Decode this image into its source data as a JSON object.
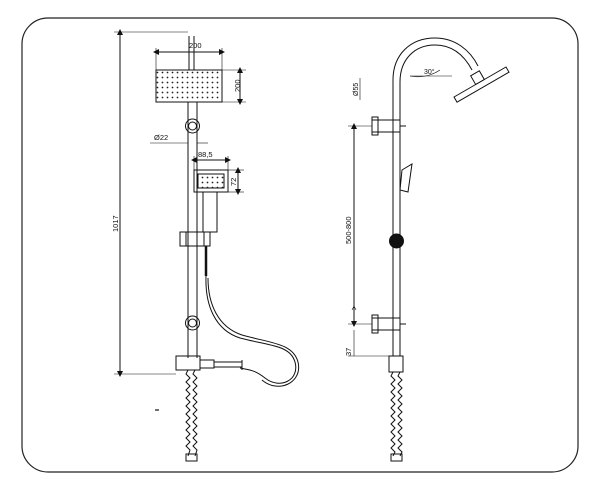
{
  "front_view": {
    "dims": {
      "head_width": "200",
      "head_height": "200",
      "rail_diameter": "Ø22",
      "handshower_width": "88,5",
      "handshower_height": "72",
      "total_height": "1017"
    }
  },
  "side_view": {
    "dims": {
      "arm_diameter": "Ø55",
      "arm_angle": "30°",
      "mounting_range": "500-800",
      "bottom_offset": "37"
    }
  }
}
